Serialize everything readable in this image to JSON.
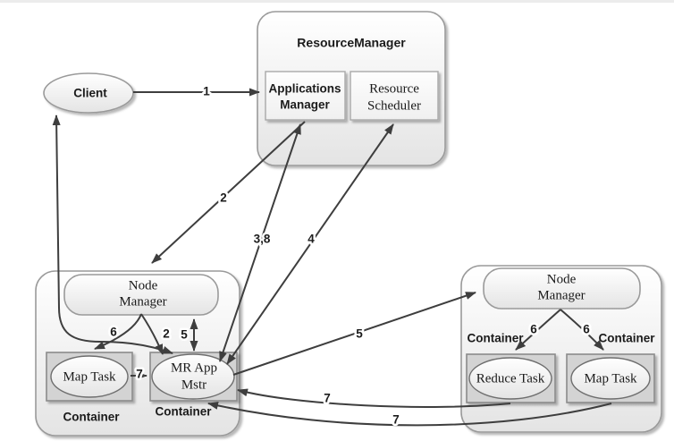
{
  "diagram": {
    "resource_manager": {
      "title": "ResourceManager",
      "applications_manager": {
        "line1": "Applications",
        "line2": "Manager"
      },
      "resource_scheduler": {
        "line1": "Resource",
        "line2": "Scheduler"
      }
    },
    "client": {
      "label": "Client"
    },
    "left_node": {
      "node_manager": {
        "line1": "Node",
        "line2": "Manager"
      },
      "map_task": {
        "label": "Map Task"
      },
      "mr_app_mstr": {
        "line1": "MR App",
        "line2": "Mstr"
      },
      "container_label_1": "Container",
      "container_label_2": "Container"
    },
    "right_node": {
      "node_manager": {
        "line1": "Node",
        "line2": "Manager"
      },
      "reduce_task": {
        "label": "Reduce Task"
      },
      "map_task": {
        "label": "Map Task"
      },
      "container_label_1": "Container",
      "container_label_2": "Container"
    },
    "edge_labels": {
      "client_submit": "1",
      "rm_to_left_nm": "2",
      "mrapp_to_appmgr": "3,8",
      "mrapp_to_scheduler": "4",
      "mrapp_to_right_nm": "5",
      "mrapp_nm_vertical": "5",
      "left_nm_to_mrapp": "2",
      "left_nm_to_maptask": "6",
      "maptask_to_mrapp": "7",
      "right_nm_to_reduce": "6",
      "right_nm_to_map": "6",
      "reduce_report": "7",
      "map_report": "7"
    },
    "colors": {
      "line": "#3e3e3e",
      "shape_fill_top": "#ffffff",
      "shape_fill_bottom": "#e4e4e4",
      "task_box_fill": "#d3d3d3",
      "border": "#9a9a9a",
      "text": "#1b1b1b"
    }
  }
}
